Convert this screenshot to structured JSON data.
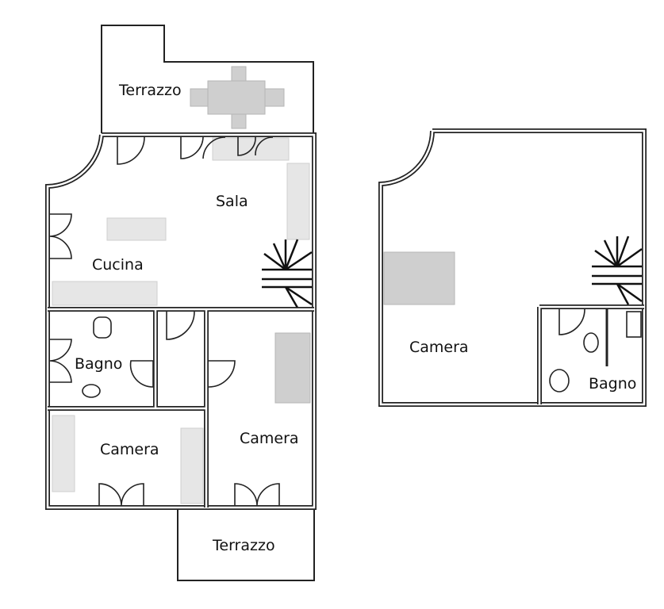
{
  "floor_plan": {
    "ground_floor": {
      "rooms": {
        "terrazzo_top": "Terrazzo",
        "sala": "Sala",
        "cucina": "Cucina",
        "bagno": "Bagno",
        "camera_left": "Camera",
        "camera_right": "Camera",
        "terrazzo_bottom": "Terrazzo"
      }
    },
    "upper_floor": {
      "rooms": {
        "camera": "Camera",
        "bagno": "Bagno"
      }
    },
    "colors": {
      "wall": "#222222",
      "furniture": "#cfcfcf"
    }
  }
}
